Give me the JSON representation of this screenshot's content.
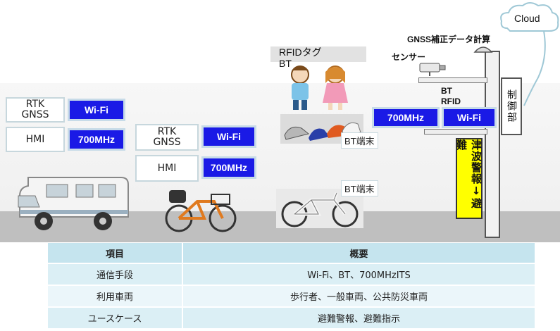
{
  "cloud": {
    "label": "Cloud"
  },
  "pole": {
    "gnss_label": "GNSS補正データ計算",
    "sensor_label": "センサー",
    "bt_label": "BT",
    "rfid_label": "RFID",
    "wifi_label": "Wi-Fi",
    "mhz_label": "700MHz",
    "control_label": "制御部",
    "sign_label": "津波警報↓避難"
  },
  "camper": {
    "rtk_label": "RTK\nGNSS",
    "hmi_label": "HMI",
    "wifi_label": "Wi-Fi",
    "mhz_label": "700MHz"
  },
  "bicycle": {
    "rtk_label": "RTK\nGNSS",
    "hmi_label": "HMI",
    "wifi_label": "Wi-Fi",
    "mhz_label": "700MHz"
  },
  "pedestrian": {
    "rfid_tag_label": "RFIDタグ",
    "bt_label": "BT",
    "bt_terminal_label": "BT端末"
  },
  "ebike": {
    "bt_terminal_label": "BT端末"
  },
  "table": {
    "headers": [
      "項目",
      "概要"
    ],
    "rows": [
      [
        "通信手段",
        "Wi-Fi、BT、700MHzITS"
      ],
      [
        "利用車両",
        "歩行者、一般車両、公共防災車両"
      ],
      [
        "ユースケース",
        "避難警報、避難指示"
      ]
    ]
  }
}
